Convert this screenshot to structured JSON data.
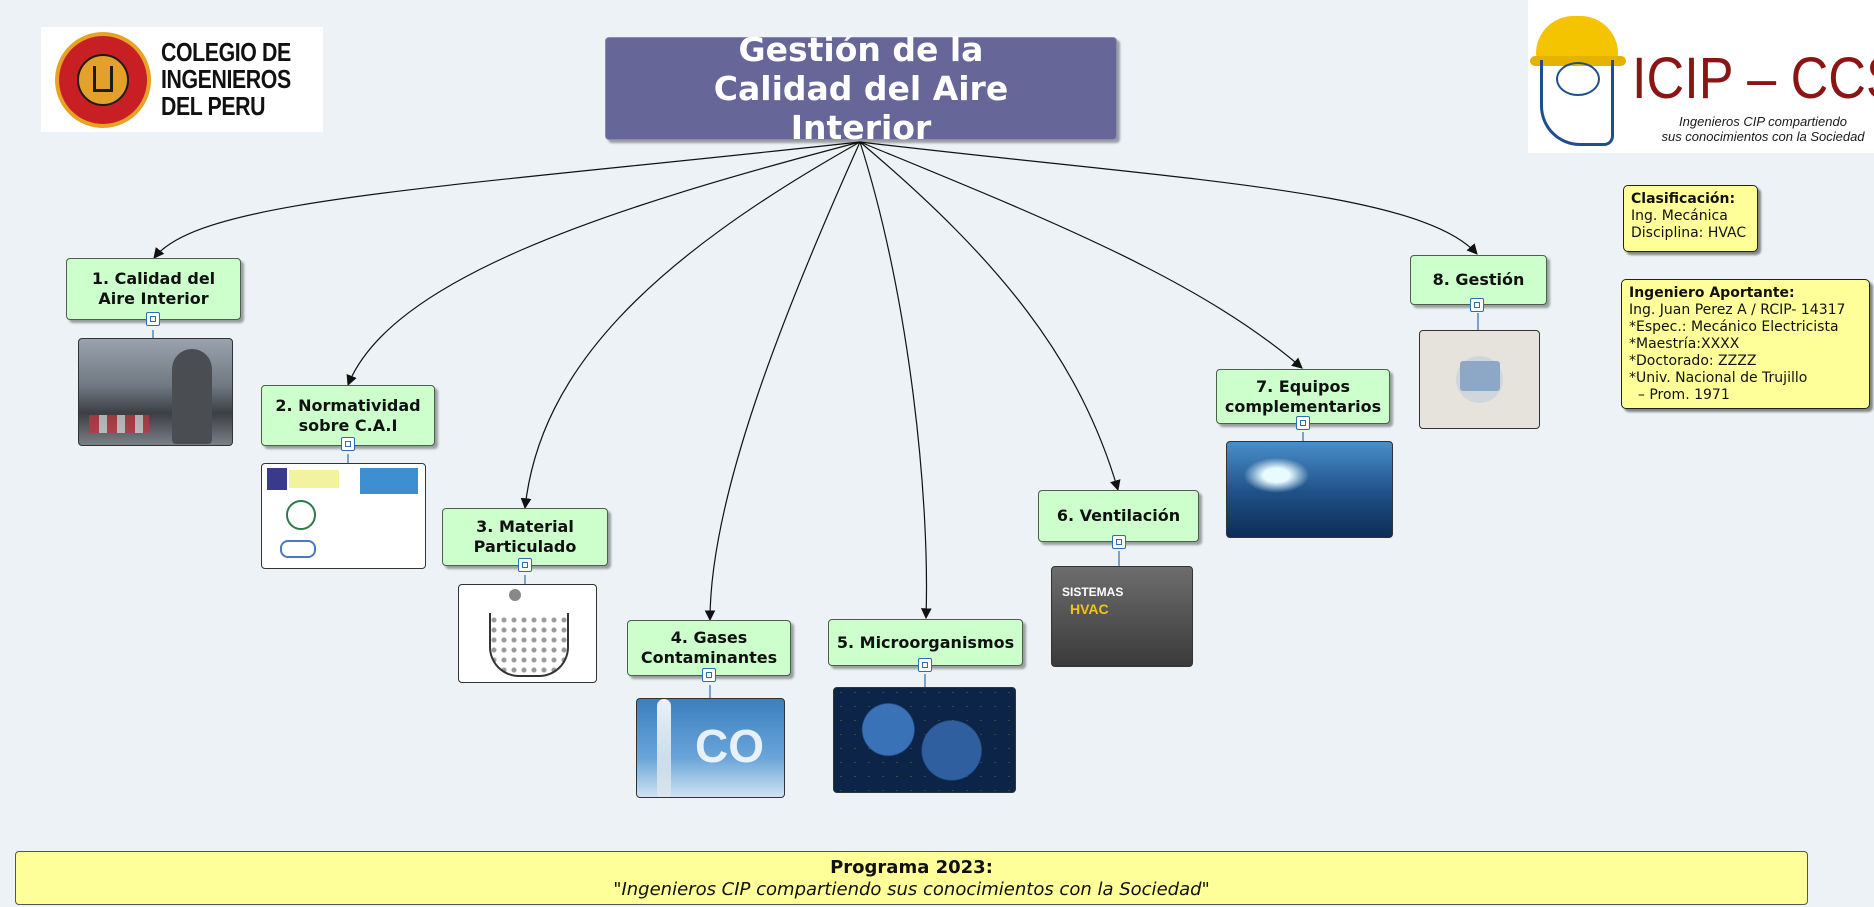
{
  "title": "Gestión de la Calidad del Aire Interior",
  "logos": {
    "cip": [
      "COLEGIO DE",
      "INGENIEROS",
      "DEL PERU"
    ],
    "icip_title": "ICIP – CCS",
    "icip_subtitle": [
      "Ingenieros CIP compartiendo",
      "sus conocimientos con la Sociedad"
    ]
  },
  "topics": [
    {
      "label": "1. Calidad del Aire Interior",
      "image": "person-with-mask-street-photo"
    },
    {
      "label": "2. Normatividad sobre C.A.I",
      "image": "standards-organizations-logos"
    },
    {
      "label": "3. Material Particulado",
      "image": "particulate-matter-diagram"
    },
    {
      "label": "4. Gases Contaminantes",
      "image": "co2-smoke-photo"
    },
    {
      "label": "5. Microorganismos",
      "image": "microorganisms-microscope-photo"
    },
    {
      "label": "6. Ventilación",
      "image": "hvac-systems-photo"
    },
    {
      "label": "7. Equipos complementarios",
      "image": "uv-equipment-room-photo"
    },
    {
      "label": "8. Gestión",
      "image": "team-meeting-photo"
    }
  ],
  "classification": {
    "heading": "Clasificación:",
    "lines": [
      "Ing. Mecánica",
      "Disciplina: HVAC"
    ]
  },
  "engineer": {
    "heading": "Ingeniero Aportante:",
    "lines": [
      "Ing. Juan Perez A / RCIP- 14317",
      "*Espec.: Mecánico Electricista",
      "*Maestría:XXXX",
      "*Doctorado: ZZZZ",
      "*Univ. Nacional de Trujillo",
      "  – Prom. 1971"
    ]
  },
  "footer": {
    "title": "Programa 2023:",
    "subtitle": "\"Ingenieros CIP compartiendo sus conocimientos con la Sociedad\""
  },
  "colors": {
    "background": "#ecf2f5",
    "title_box": "#666699",
    "topic_box": "#ccffcc",
    "info_box": "#ffff99",
    "icip_red": "#8c1414"
  }
}
